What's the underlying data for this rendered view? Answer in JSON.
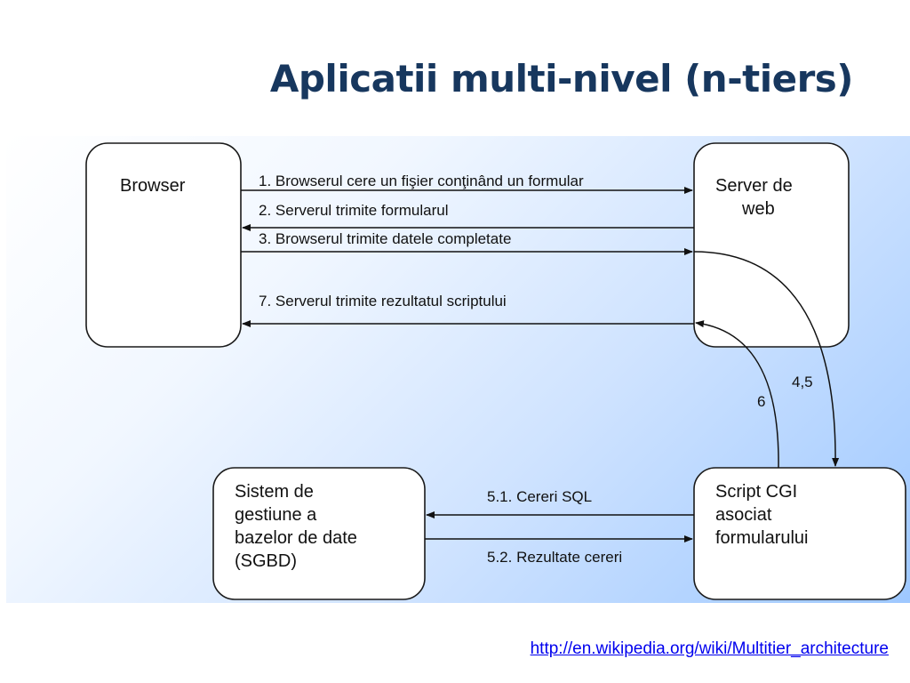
{
  "title": "Aplicatii multi-nivel (n-tiers)",
  "diagram": {
    "nodes": {
      "browser": "Browser",
      "server": [
        "Server de",
        "web"
      ],
      "cgi": [
        "Script CGI",
        "asociat",
        "formularului"
      ],
      "sgbd": [
        "Sistem de",
        "gestiune a",
        "bazelor de date",
        "(SGBD)"
      ]
    },
    "edges": {
      "e1": "1. Browserul cere un fişier conţinând un formular",
      "e2": "2. Serverul trimite formularul",
      "e3": "3. Browserul trimite datele completate",
      "e7": "7. Serverul trimite rezultatul scriptului",
      "e45": "4,5",
      "e6": "6",
      "e51": "5.1. Cereri SQL",
      "e52": "5.2. Rezultate cereri"
    }
  },
  "source_link": "http://en.wikipedia.org/wiki/Multitier_architecture"
}
